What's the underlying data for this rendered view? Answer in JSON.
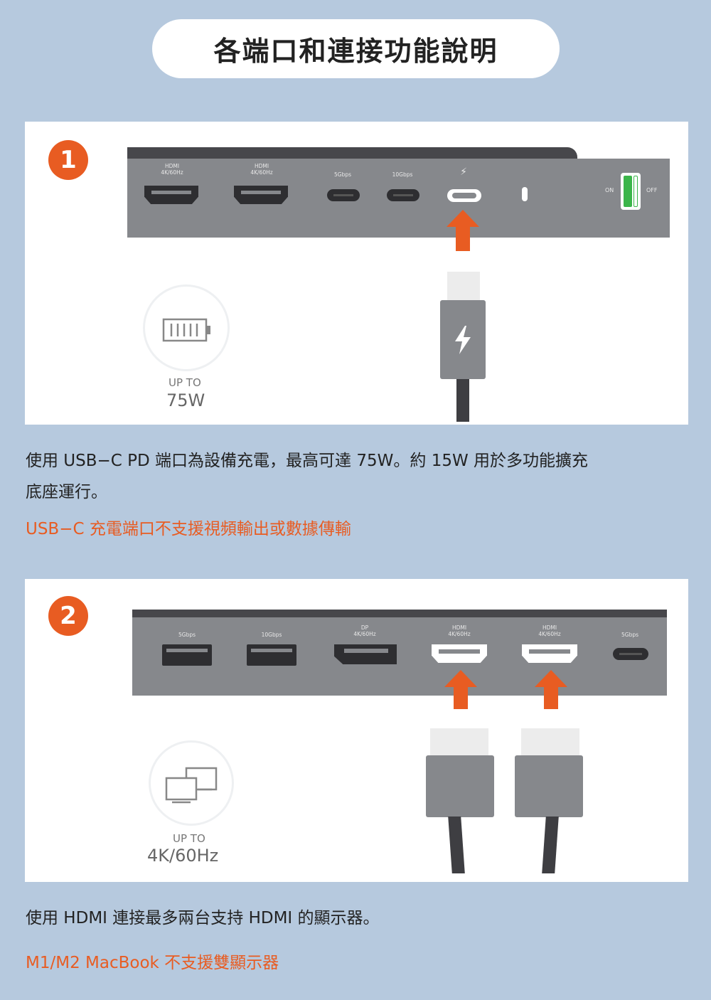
{
  "title": "各端口和連接功能說明",
  "section1": {
    "badge": "1",
    "ports": [
      {
        "label": "HDMI\n4K/60Hz",
        "type": "hdmi"
      },
      {
        "label": "HDMI\n4K/60Hz",
        "type": "hdmi"
      },
      {
        "label": "5Gbps",
        "type": "usbc"
      },
      {
        "label": "10Gbps",
        "type": "usbc"
      },
      {
        "label": "⚡",
        "type": "usbc-pd"
      },
      {
        "label": "",
        "type": "led"
      }
    ],
    "switch_on": "ON",
    "switch_off": "OFF",
    "icon_name": "battery-icon",
    "up_to": "UP TO",
    "value": "75W",
    "desc_line1": "使用 USB−C PD 端口為設備充電，最高可達 75W。約 15W 用於多功能擴充",
    "desc_line2": "底座運行。",
    "warning": "USB−C 充電端口不支援視頻輸出或數據傳輸"
  },
  "section2": {
    "badge": "2",
    "ports": [
      {
        "label": "5Gbps",
        "type": "usba"
      },
      {
        "label": "10Gbps",
        "type": "usba"
      },
      {
        "label": "DP\n4K/60Hz",
        "type": "dp"
      },
      {
        "label": "HDMI\n4K/60Hz",
        "type": "hdmi"
      },
      {
        "label": "HDMI\n4K/60Hz",
        "type": "hdmi"
      },
      {
        "label": "5Gbps",
        "type": "usbc"
      }
    ],
    "icon_name": "dual-monitor-icon",
    "up_to": "UP TO",
    "value": "4K/60Hz",
    "desc_line1": "使用 HDMI 連接最多兩台支持 HDMI 的顯示器。",
    "warning": "M1/M2 MacBook 不支援雙顯示器"
  },
  "colors": {
    "accent": "#e85c22",
    "background": "#b6c9de",
    "dock": "#86888c",
    "green": "#3bb54a"
  }
}
